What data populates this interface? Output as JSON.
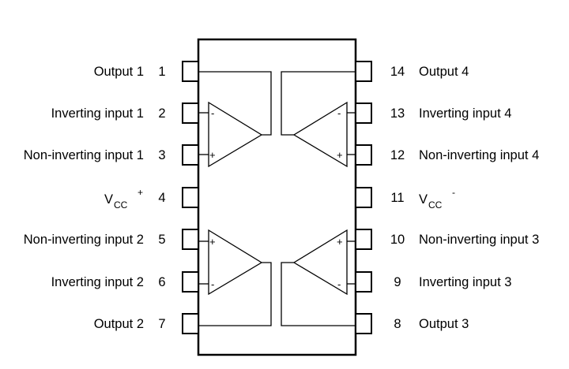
{
  "pins_left": [
    {
      "number": "1",
      "label": "Output 1"
    },
    {
      "number": "2",
      "label": "Inverting input 1"
    },
    {
      "number": "3",
      "label": "Non-inverting input 1"
    },
    {
      "number": "4",
      "label": "V",
      "sub": "CC",
      "sup": "+"
    },
    {
      "number": "5",
      "label": "Non-inverting input 2"
    },
    {
      "number": "6",
      "label": "Inverting input 2"
    },
    {
      "number": "7",
      "label": "Output 2"
    }
  ],
  "pins_right": [
    {
      "number": "14",
      "label": "Output 4"
    },
    {
      "number": "13",
      "label": "Inverting input 4"
    },
    {
      "number": "12",
      "label": "Non-inverting input 4"
    },
    {
      "number": "11",
      "label": "V",
      "sub": "CC",
      "sup": "-"
    },
    {
      "number": "10",
      "label": "Non-inverting input 3"
    },
    {
      "number": "9",
      "label": "Inverting input 3"
    },
    {
      "number": "8",
      "label": "Output 3"
    }
  ],
  "opamp_signs": {
    "plus": "+",
    "minus": "-"
  }
}
